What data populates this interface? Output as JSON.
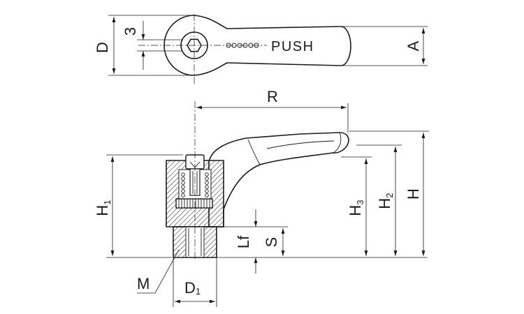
{
  "top_view": {
    "lever_text": "PUSH",
    "dims": {
      "d_label": "D",
      "three_label": "3",
      "a_label": "A"
    }
  },
  "side_view": {
    "dims": {
      "r_label": "R",
      "h1_main": "H",
      "h1_sub": "1",
      "h3_main": "H",
      "h3_sub": "3",
      "h2_main": "H",
      "h2_sub": "2",
      "h_label": "H",
      "lf_label": "Lf",
      "s_label": "S",
      "m_label": "M",
      "d1_main": "D",
      "d1_sub": "1"
    }
  }
}
